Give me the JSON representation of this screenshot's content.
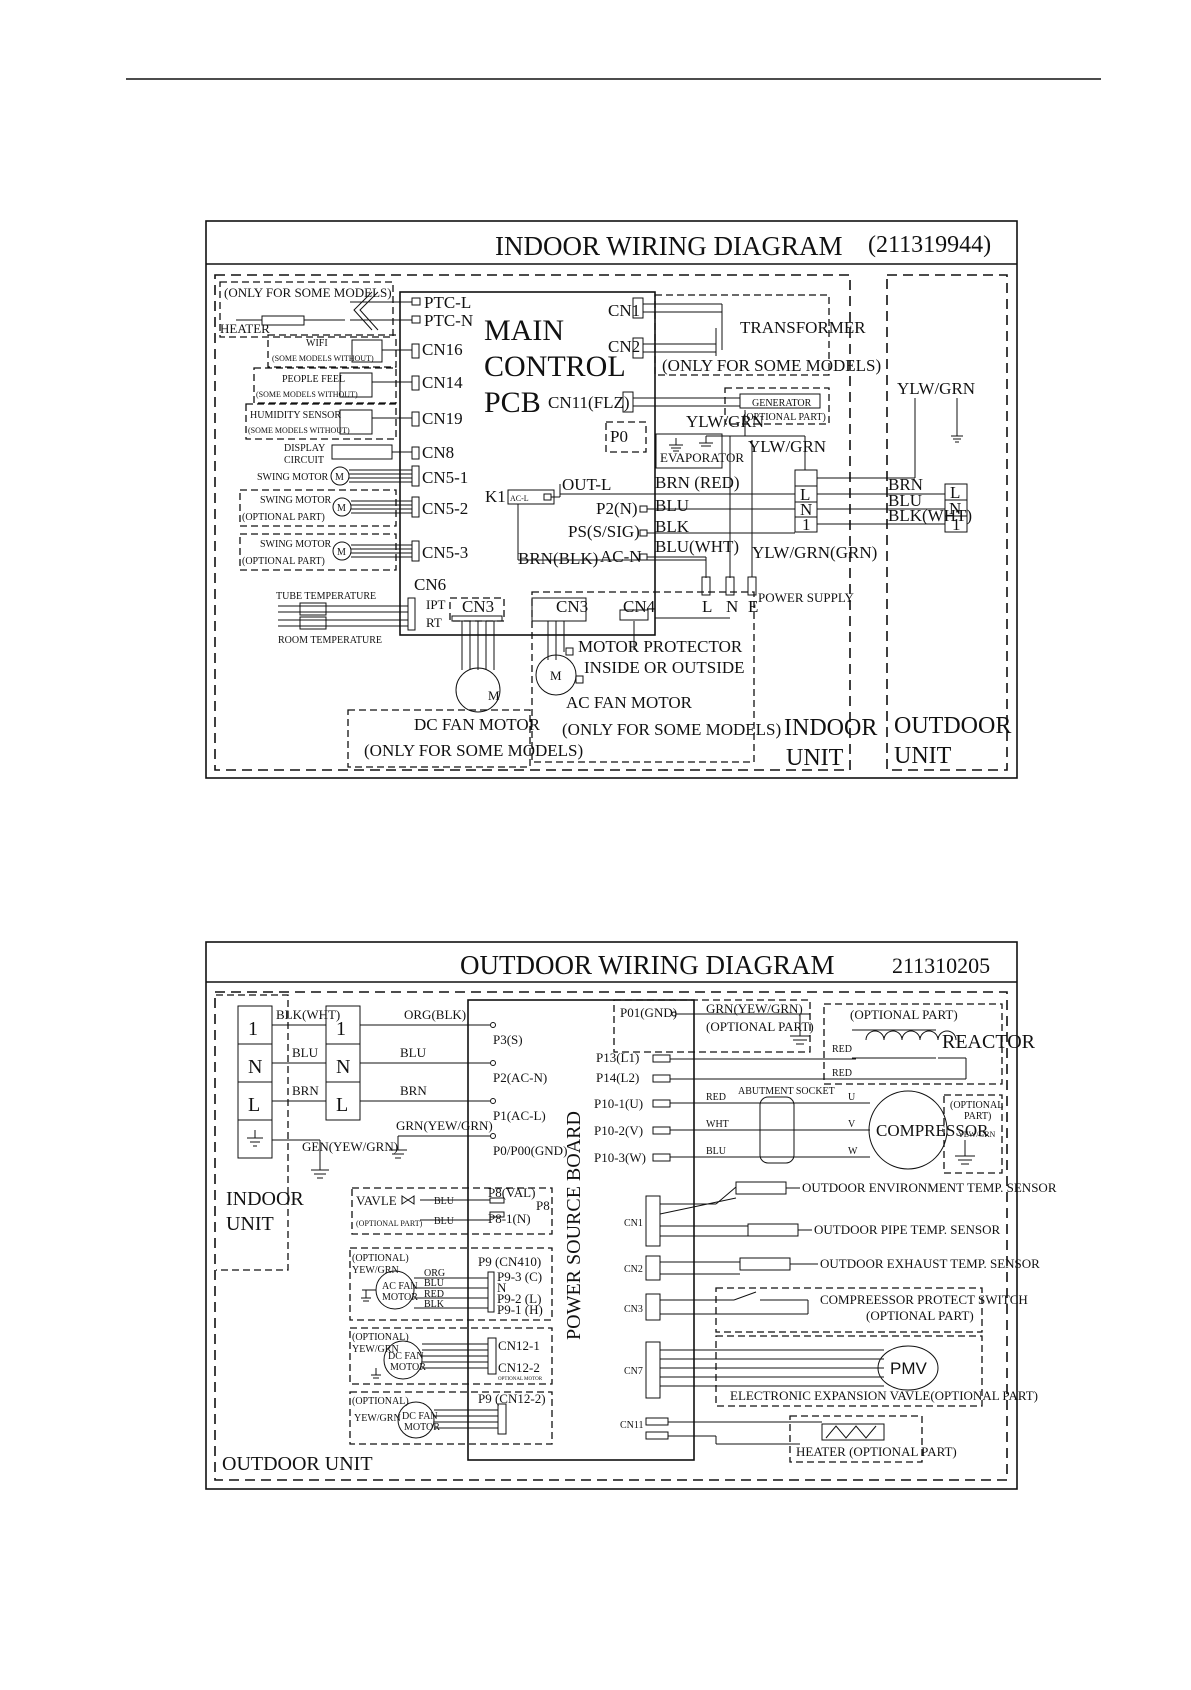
{
  "indoor": {
    "title": "INDOOR WIRING DIAGRAM",
    "code": "(211319944)",
    "only_some_models": "(ONLY FOR SOME MODELS)",
    "heater": "HEATER",
    "ptc_l": "PTC-L",
    "ptc_n": "PTC-N",
    "main1": "MAIN",
    "main2": "CONTROL",
    "main3": "PCB",
    "wifi": "WIFI",
    "some_models_without": "(SOME MODELS WITHOUT)",
    "cn16": "CN16",
    "people_feel": "PEOPLE FEEL",
    "cn14": "CN14",
    "humidity_sensor": "HUMIDITY SENSOR",
    "cn19": "CN19",
    "display": "DISPLAY",
    "circuit": "CIRCUIT",
    "cn8": "CN8",
    "swing_motor": "SWING MOTOR",
    "optional_part": "(OPTIONAL PART)",
    "cn5_1": "CN5-1",
    "cn5_2": "CN5-2",
    "cn5_3": "CN5-3",
    "k1": "K1",
    "ac_l": "AC-L",
    "out_l": "OUT-L",
    "p2n": "P2(N)",
    "ps": "PS(S/SIG)",
    "ac_n": "AC-N",
    "brn_blk": "BRN(BLK)",
    "cn1": "CN1",
    "cn2": "CN2",
    "transformer": "TRANSFORMER",
    "only_some_models2": "(ONLY FOR SOME MODELS)",
    "cn11": "CN11(FLZ)",
    "generator": "GENERATOR",
    "optional_part2": "(OPTIONAL PART)",
    "p0": "P0",
    "ylw_grn": "YLW/GRN",
    "evaporator": "EVAPORATOR",
    "brn_red": "BRN (RED)",
    "blu": "BLU",
    "blk": "BLK",
    "blu_wht": "BLU(WHT)",
    "ylw_grn_grn": "YLW/GRN(GRN)",
    "l": "L",
    "n": "N",
    "e": "E",
    "power_supply": "POWER SUPPLY",
    "cn6": "CN6",
    "ipt": "IPT",
    "rt": "RT",
    "tube_temp": "TUBE TEMPERATURE",
    "room_temp": "ROOM TEMPERATURE",
    "cn3": "CN3",
    "cn4": "CN4",
    "motor_protector1": "MOTOR PROTECTOR",
    "motor_protector2": "INSIDE OR OUTSIDE",
    "ac_fan_motor": "AC FAN MOTOR",
    "only_some_models3": "(ONLY FOR SOME MODELS)",
    "dc_fan_motor": "DC FAN MOTOR",
    "only_some_models4": "(ONLY FOR SOME MODELS)",
    "m": "M",
    "indoor1": "INDOOR",
    "indoor2": "UNIT",
    "outdoor1": "OUTDOOR",
    "outdoor2": "UNIT",
    "brn": "BRN",
    "blu2": "BLU",
    "blk_wht": "BLK(WHT)",
    "one": "1"
  },
  "outdoor": {
    "title": "OUTDOOR WIRING DIAGRAM",
    "code": "211310205",
    "one": "1",
    "n": "N",
    "l": "L",
    "blk_wht": "BLK(WHT)",
    "blu": "BLU",
    "brn": "BRN",
    "gen_yew_grn": "GEN(YEW/GRN)",
    "org_blk": "ORG(BLK)",
    "p3s": "P3(S)",
    "p2": "P2(AC-N)",
    "p1": "P1(AC-L)",
    "grn_yew_grn": "GRN(YEW/GRN)",
    "p0": "P0/P00(GND)",
    "indoor1": "INDOOR",
    "indoor2": "UNIT",
    "vavle": "VAVLE",
    "optional_part": "(OPTIONAL PART)",
    "p8val": "P8(VAL)",
    "p8_1": "P8-1(N)",
    "p8": "P8",
    "optional": "(OPTIONAL)",
    "yew_grn": "YEW/GRN",
    "ac_fan": "AC FAN",
    "motor": "MOTOR",
    "p9_cn410": "P9 (CN410)",
    "org": "ORG",
    "red": "RED",
    "blk": "BLK",
    "p9_3": "P9-3 (C)",
    "n2": "N",
    "p9_2": "P9-2 (L)",
    "p9_1": "P9-1 (H)",
    "dc_fan": "DC FAN",
    "cn12_1": "CN12-1",
    "cn12_2": "CN12-2",
    "optional_motor": "OPTIONAL MOTOR",
    "p9_cn12_2": "P9 (CN12-2)",
    "outdoor_unit": "OUTDOOR UNIT",
    "power_source_board": "POWER SOURCE BOARD",
    "p01": "P01(GND)",
    "grn_yew_grn2": "GRN(YEW/GRN)",
    "optional_part2": "(OPTIONAL PART)",
    "optional_part3": "(OPTIONAL PART)",
    "reactor": "REACTOR",
    "red2": "RED",
    "p13": "P13(L1)",
    "p14": "P14(L2)",
    "abutment": "ABUTMENT SOCKET",
    "p10_1": "P10-1(U)",
    "p10_2": "P10-2(V)",
    "p10_3": "P10-3(W)",
    "wht": "WHT",
    "u": "U",
    "v": "V",
    "w": "W",
    "compressor": "COMPRESSOR",
    "optional4": "(OPTIONAL",
    "part": "PART)",
    "yew_grn2": "YEW/GRN",
    "cn1": "CN1",
    "cn2": "CN2",
    "cn3": "CN3",
    "cn7": "CN7",
    "cn11": "CN11",
    "env_sensor": "OUTDOOR ENVIRONMENT TEMP. SENSOR",
    "pipe_sensor": "OUTDOOR PIPE TEMP. SENSOR",
    "exhaust_sensor": "OUTDOOR EXHAUST TEMP. SENSOR",
    "comp_protect": "COMPREESSOR PROTECT SWITCH",
    "optional_part4": "(OPTIONAL PART)",
    "pmv": "PMV",
    "eev": "ELECTRONIC EXPANSION VAVLE(OPTIONAL PART)",
    "heater": "HEATER (OPTIONAL PART)"
  }
}
